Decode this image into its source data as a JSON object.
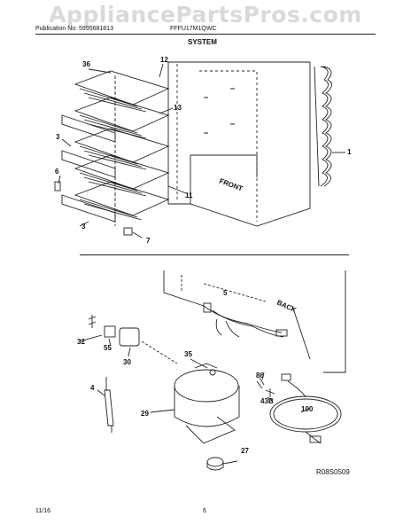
{
  "watermark": "AppliancePartsPros.com",
  "header": {
    "publication": "Publication No: 5995681813",
    "model": "FFFU17M1QWC",
    "section": "SYSTEM"
  },
  "labels": {
    "front": "FRONT",
    "back": "BACK"
  },
  "callouts": {
    "c36": "36",
    "c12": "12",
    "c13": "13",
    "c3a": "3",
    "c6": "6",
    "c3b": "3",
    "c11": "11",
    "c7": "7",
    "c1": "1",
    "c5": "5",
    "c32": "32",
    "c55": "55",
    "c30": "30",
    "c35": "35",
    "c86": "86",
    "c43b": "43B",
    "c4": "4",
    "c29": "29",
    "c100": "100",
    "c27": "27"
  },
  "diagram_code": "R08S0509",
  "footer": {
    "date": "11/16",
    "page": "6"
  }
}
